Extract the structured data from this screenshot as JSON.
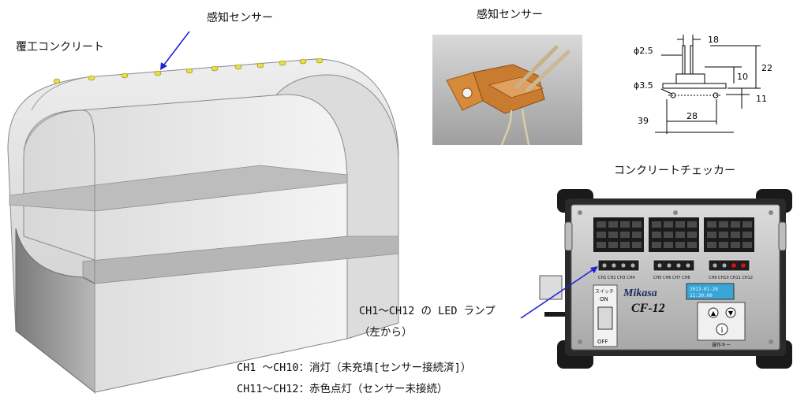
{
  "labels": {
    "lining_concrete": "覆工コンクリート",
    "sensor_arrow_label": "感知センサー",
    "sensor_photo_title": "感知センサー",
    "checker_title": "コンクリートチェッカー",
    "led_caption_line1": "CH1～CH12 の LED ランプ",
    "led_caption_line2": "（左から）",
    "legend_line1": "CH1 ～CH10：消灯（未充填[センサー接続済]）",
    "legend_line2": "CH11～CH12：赤色点灯（センサー未接続）"
  },
  "dimensions": {
    "pin_dia": "ϕ2.5",
    "hole_dia": "ϕ3.5",
    "d18": "18",
    "d22": "22",
    "d10": "10",
    "d11": "11",
    "d39": "39",
    "d28": "28"
  },
  "device": {
    "brand": "Mikasa",
    "model": "CF-12",
    "switch_label": "スイッチ",
    "switch_on": "ON",
    "switch_off": "OFF",
    "group1_channels": "CH1  CH2  CH3  CH4",
    "group2_channels": "CH5  CH6  CH7  CH8",
    "group3_channels": "CH9 CH10 CH11 CH12",
    "keypad_caption": "操作キー",
    "lcd_line1": "2013-01-26",
    "lcd_line2": "11:30:00"
  },
  "colors": {
    "arrow": "#2323d6",
    "led_on": "#e01010",
    "led_off": "#b0b0b0",
    "sensor_marker": "#e8e040"
  }
}
